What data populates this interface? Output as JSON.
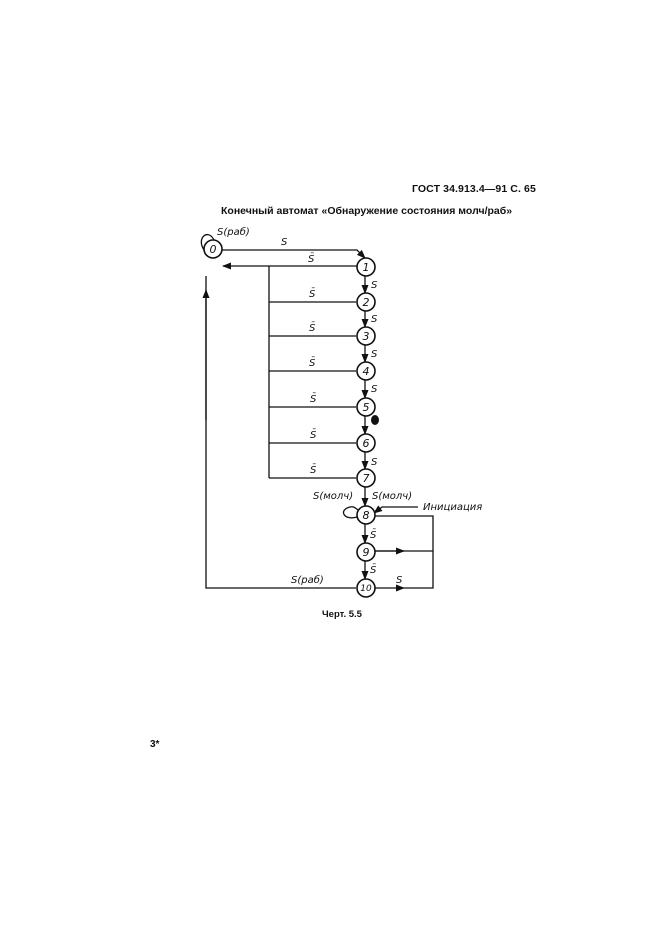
{
  "header": {
    "text": "ГОСТ 34.913.4—91 С. 65"
  },
  "title": "Конечный автомат «Обнаружение состояния молч/раб»",
  "figure_caption": "Черт. 5.5",
  "page_mark": "3*",
  "diagram": {
    "states": [
      "0",
      "1",
      "2",
      "3",
      "4",
      "5",
      "6",
      "7",
      "8",
      "9",
      "10"
    ],
    "labels": {
      "s_rab_self": "S(раб)",
      "s_0_to_1": "S",
      "s_bar": "S̄",
      "s_down": "S",
      "s_molch_left": "S(молч)",
      "s_molch_right": "S(молч)",
      "initiation": "Инициация",
      "s_bar_8_9": "S̄",
      "s_bar_9_10": "S̄",
      "s_10_loop": "S",
      "s_rab_10_0": "S(раб)"
    }
  }
}
